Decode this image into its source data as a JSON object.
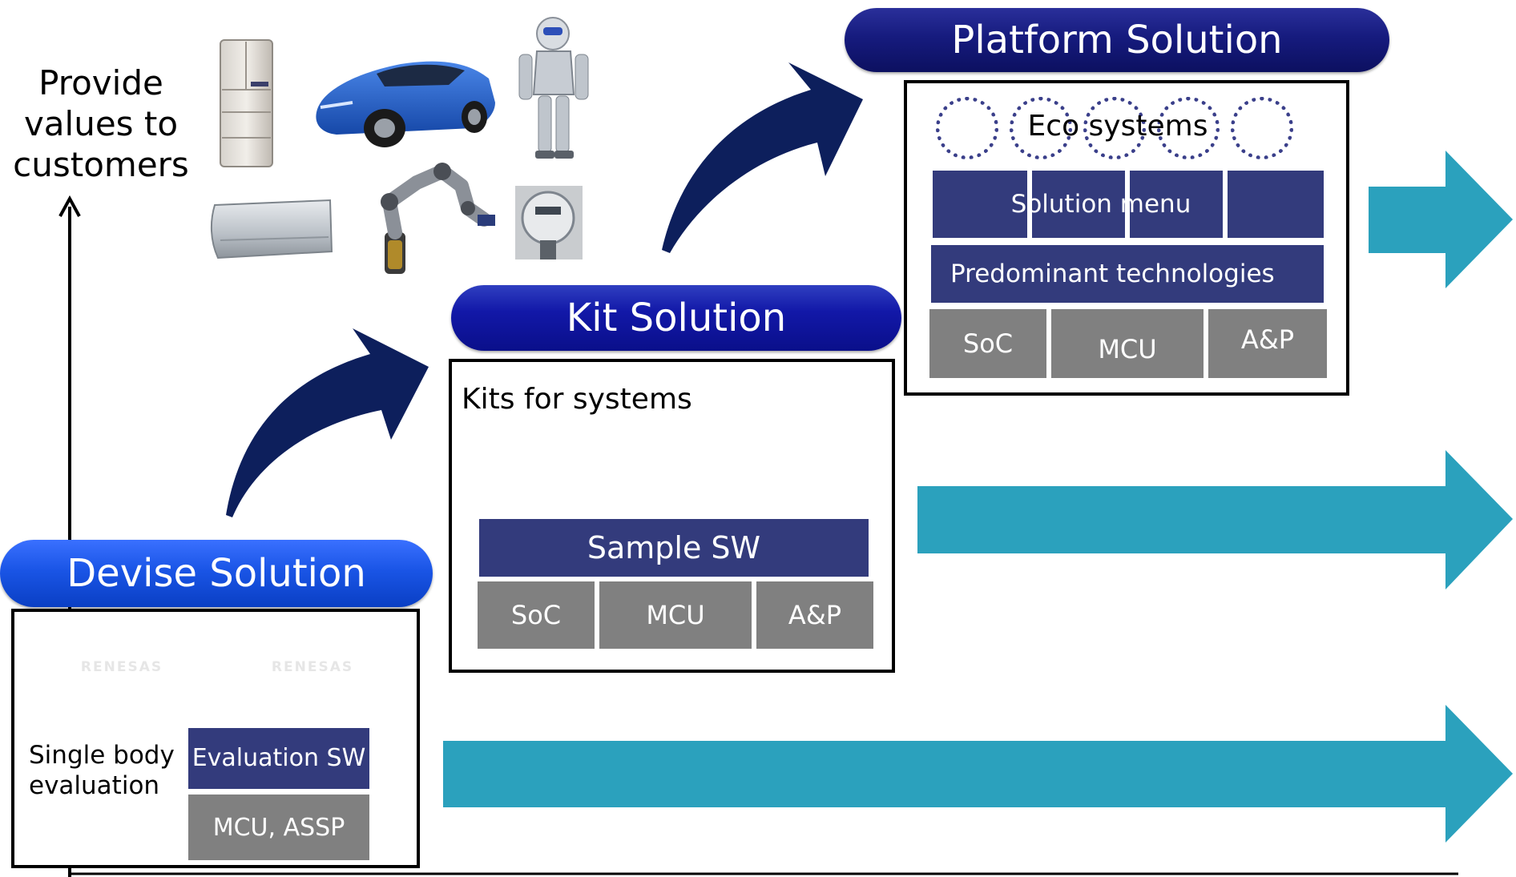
{
  "axis_label": "Provide values to customers",
  "colors": {
    "navy_box": "#333b7c",
    "gray_box": "#808080",
    "teal_arrow": "#2ba1bd",
    "curved_arrow": "#0d1f5c"
  },
  "devise": {
    "title": "Devise Solution",
    "chip_logo": "RENESAS",
    "single_body_label": "Single body evaluation",
    "eval_sw": "Evaluation SW",
    "mcu_assp": "MCU, ASSP"
  },
  "kit": {
    "title": "Kit Solution",
    "kits_label": "Kits for systems",
    "sample_sw": "Sample SW",
    "soc": "SoC",
    "mcu": "MCU",
    "ap": "A&P"
  },
  "platform": {
    "title": "Platform Solution",
    "eco": "Eco systems",
    "solution_menu": "Solution menu",
    "predominant": "Predominant technologies",
    "soc": "SoC",
    "mcu": "MCU",
    "ap": "A&P"
  }
}
